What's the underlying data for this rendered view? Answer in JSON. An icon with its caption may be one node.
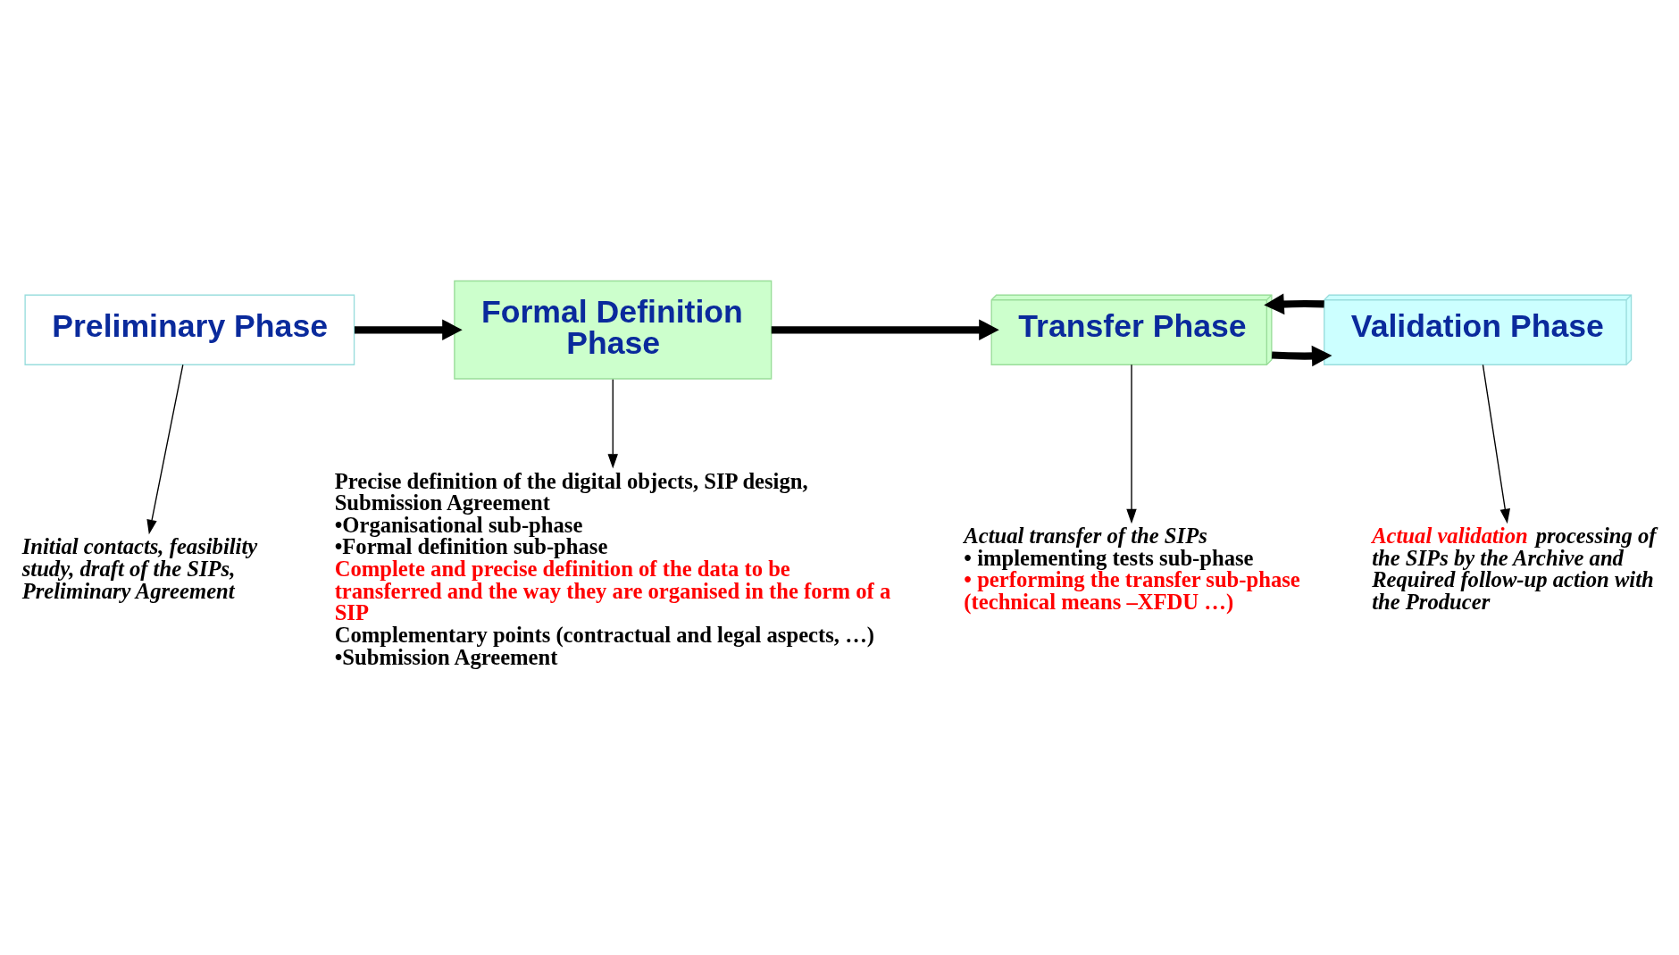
{
  "diagram": {
    "nodes": [
      {
        "text": [
          "Preliminary Phase"
        ]
      },
      {
        "text": [
          "Formal Definition Phase"
        ]
      },
      {
        "text": [
          "Transfer Phase"
        ]
      },
      {
        "text": [
          "Validation Phase"
        ]
      },
      {
        "text": [
          "Initial contacts, feasibility study, draft of the SIPs, Preliminary Agreement"
        ]
      },
      {
        "text": [
          "Precise definition of the digital objects, SIP design, Submission Agreement",
          "•Organisational sub-phase",
          "•Formal definition sub-phase",
          "Complete and precise definition of the data to be transferred and the way they are organised in the form of a SIP",
          "Complementary points (contractual and legal aspects, …)",
          "•Submission Agreement"
        ]
      },
      {
        "text": [
          "Actual transfer of the SIPs",
          "• implementing tests sub-phase",
          "• performing the transfer sub-phase (technical means –XFDU …)"
        ]
      },
      {
        "text": [
          "Actual validation processing of the SIPs by the Archive and Required follow-up action with the Producer"
        ]
      }
    ],
    "edges": [
      {
        "from": 0,
        "to": 1,
        "arrow": "to",
        "style": "thick"
      },
      {
        "from": 1,
        "to": 2,
        "arrow": "to",
        "style": "thick"
      },
      {
        "from": 2,
        "to": 3,
        "arrow": "to",
        "style": "thick"
      },
      {
        "from": 3,
        "to": 2,
        "arrow": "to",
        "style": "thick"
      },
      {
        "from": 0,
        "to": 4,
        "arrow": "to"
      },
      {
        "from": 1,
        "to": 5,
        "arrow": "to"
      },
      {
        "from": 2,
        "to": 6,
        "arrow": "to"
      },
      {
        "from": 3,
        "to": 7,
        "arrow": "to"
      }
    ]
  }
}
